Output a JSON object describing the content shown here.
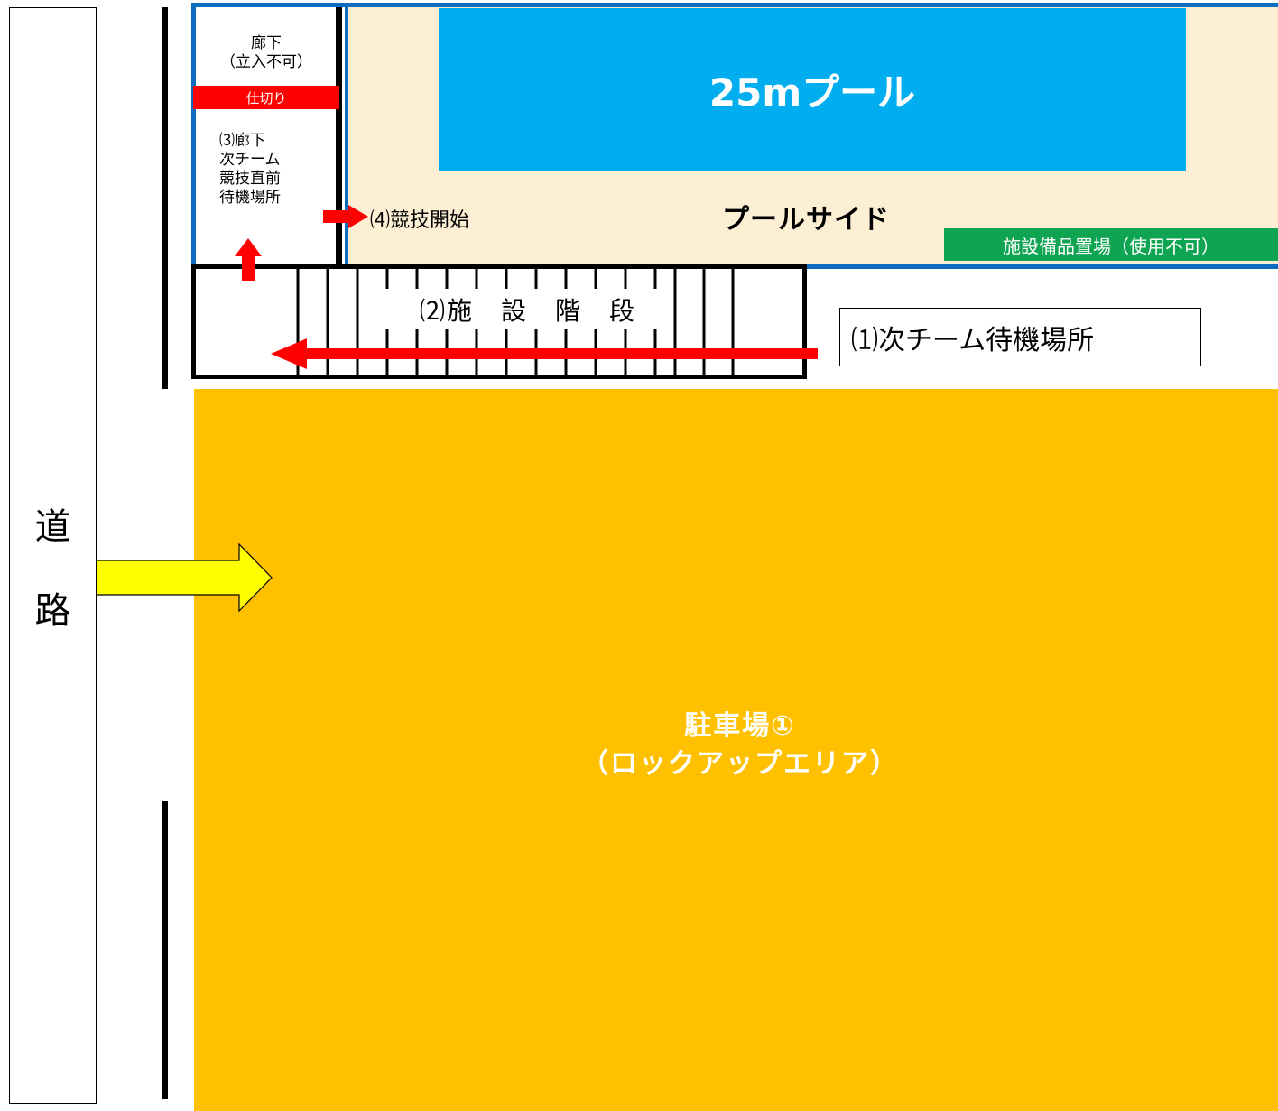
{
  "road": {
    "char1": "道",
    "char2": "路"
  },
  "pool": {
    "label": "25mプール"
  },
  "poolside": {
    "label": "プールサイド"
  },
  "storage": {
    "label": "施設備品置場（使用不可）"
  },
  "corridor_top": {
    "line1": "廊下",
    "line2": "（立入不可）"
  },
  "partition": {
    "label": "仕切り"
  },
  "corridor_wait": {
    "line1": "⑶廊下",
    "line2": "次チーム",
    "line3": "競技直前",
    "line4": "待機場所"
  },
  "start": {
    "label": "⑷競技開始"
  },
  "stairs": {
    "label": "⑵施　設　階　段"
  },
  "waiting_area": {
    "label": "⑴次チーム待機場所"
  },
  "parking": {
    "line1": "駐車場①",
    "line2": "（ロックアップエリア）"
  },
  "colors": {
    "pool": "#00aeef",
    "pool_border": "#0b6cc0",
    "poolside": "#fdefd3",
    "storage": "#0ea451",
    "partition": "#ff0000",
    "parking": "#ffc000",
    "route_arrow": "#ff0000",
    "entry_arrow": "#ffff00"
  }
}
